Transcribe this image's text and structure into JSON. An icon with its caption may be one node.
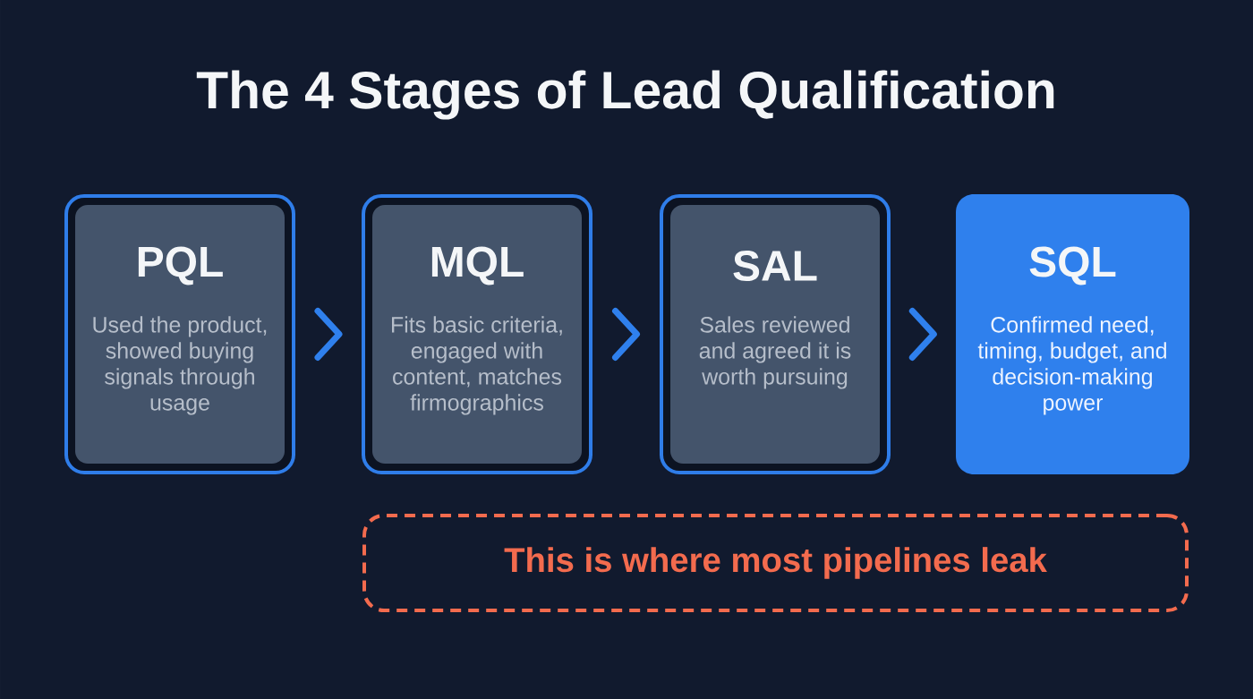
{
  "diagram": {
    "title": "The 4 Stages of Lead Qualification",
    "nodes": [
      {
        "text": [
          "PQL",
          "Used the product, showed buying signals through usage"
        ]
      },
      {
        "text": [
          "MQL",
          "Fits basic criteria, engaged with content, matches firmographics"
        ]
      },
      {
        "text": [
          "SAL",
          "Sales reviewed and agreed it is worth pursuing"
        ]
      },
      {
        "text": [
          "SQL",
          "Confirmed need, timing, budget, and decision-making power"
        ]
      },
      {
        "text": [
          "This is where most pipelines leak"
        ]
      }
    ],
    "edges": [
      {
        "from": 0,
        "to": 1,
        "arrow": "to"
      },
      {
        "from": 1,
        "to": 2,
        "arrow": "to"
      },
      {
        "from": 2,
        "to": 3,
        "arrow": "to"
      }
    ]
  }
}
